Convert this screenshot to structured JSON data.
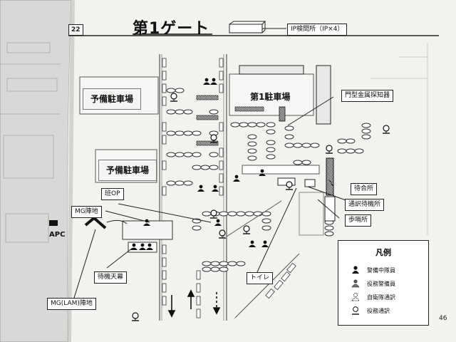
{
  "title": "第1ゲート",
  "section_tag": "22",
  "page_number": "46",
  "labels": {
    "ip_inspection": "IP検問所（IP×4）",
    "reserve_parking_1": "予備駐車場",
    "reserve_parking_2": "予備駐車場",
    "parking_1": "第1駐車場",
    "metal_detector": "門型金属探知器",
    "waiting_area": "待合所",
    "interpreter_waiting": "通訳待機所",
    "patrol_post": "歩哨所",
    "team_op": "班OP",
    "mg_position": "MG陣地",
    "waiting_tent": "待機天幕",
    "toilet": "トイレ",
    "mg_lam_position": "MG(LAM)陣地",
    "apc": "APC"
  },
  "legend": {
    "title": "凡例",
    "items": [
      {
        "label": "警備中隊員",
        "icon": "pawn-filled-icon"
      },
      {
        "label": "役務警備員",
        "icon": "pawn-halftone-icon"
      },
      {
        "label": "自衛隊通訳",
        "icon": "pawn-dotted-icon"
      },
      {
        "label": "役務通訳",
        "icon": "pawn-outline-icon"
      }
    ]
  },
  "colors": {
    "page": "#f2f2ef",
    "ink": "#111111",
    "left_page": "#d6d6d4"
  }
}
